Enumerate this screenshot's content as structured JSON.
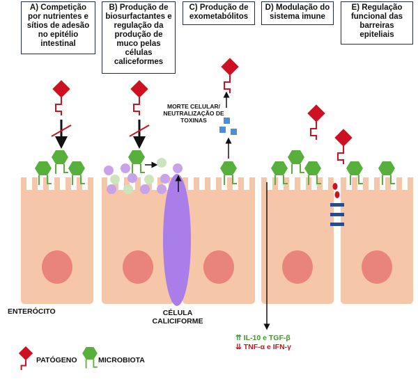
{
  "panels": [
    {
      "text": "A) Competição por nutrientes e sítios de adesão no epitélio intestinal"
    },
    {
      "text": "B) Produção de biosurfactantes e regulação da produção de muco pelas células caliceformes"
    },
    {
      "text": "C) Produção de exometabólitos"
    },
    {
      "text": "D) Modulação do sistema imune"
    },
    {
      "text": "E) Regulação funcional das barreiras epiteliais"
    }
  ],
  "labels": {
    "toxins": "MORTE CELULAR/ NEUTRALIZAÇÃO DE TOXINAS",
    "enterocyte": "ENTERÓCITO",
    "goblet": "CÉLULA CALICIFORME",
    "immune_up": "⇈ IL-10 e TGF-β",
    "immune_down": "⇊ TNF-α e IFN-γ"
  },
  "legend": {
    "pathogen": "PATÓGENO",
    "microbiota": "MICROBIOTA"
  },
  "colors": {
    "cell": "#f6c6a8",
    "nucleus": "#e8847c",
    "pathogen": "#cc1122",
    "microbiota": "#58b03c",
    "goblet": "#a97ee8",
    "metabolite": "#4a90d9",
    "junction": "#2b4c8c",
    "up": "#3a9a24",
    "down": "#c01818"
  }
}
